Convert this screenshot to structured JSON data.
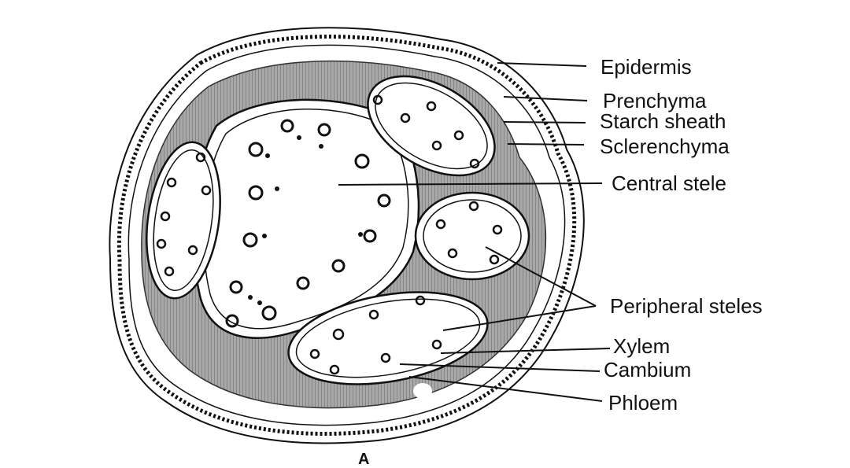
{
  "figure_letter": "A",
  "labels": {
    "epidermis": "Epidermis",
    "parenchyma": "Prenchyma",
    "starch_sheath": "Starch sheath",
    "sclerenchyma": "Sclerenchyma",
    "central_stele": "Central stele",
    "peripheral_steles": "Peripheral steles",
    "xylem": "Xylem",
    "cambium": "Cambium",
    "phloem": "Phloem"
  },
  "colors": {
    "ink": "#111111",
    "tissue_shade": "#9a9a9a",
    "background": "#ffffff"
  }
}
